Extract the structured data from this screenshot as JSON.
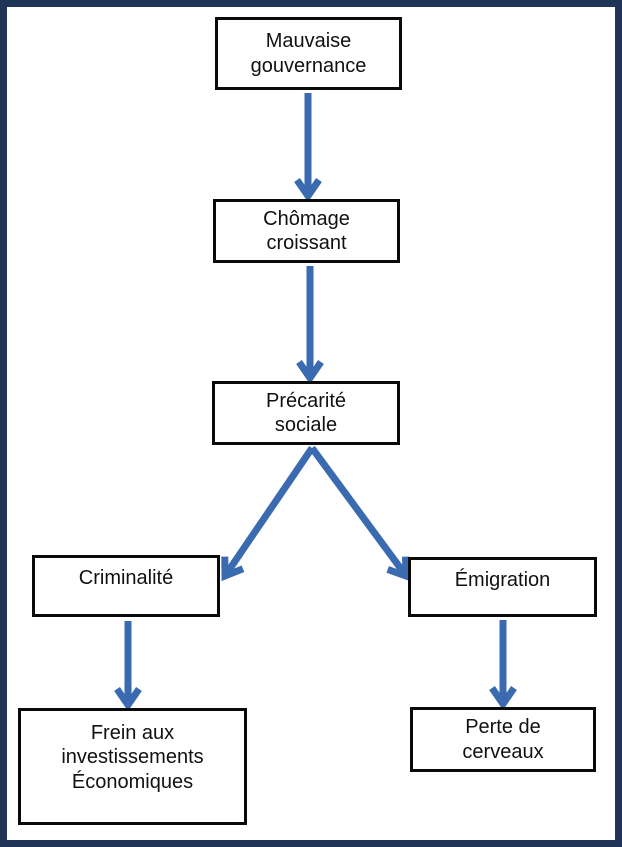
{
  "diagram": {
    "type": "flowchart",
    "language": "fr",
    "nodes": [
      {
        "id": "mauvaise-gouvernance",
        "label": "Mauvaise\ngouvernance"
      },
      {
        "id": "chomage-croissant",
        "label": "Chômage\ncroissant"
      },
      {
        "id": "precarite-sociale",
        "label": "Précarité\nsociale"
      },
      {
        "id": "criminalite",
        "label": "Criminalité"
      },
      {
        "id": "emigration",
        "label": "Émigration"
      },
      {
        "id": "frein-investissements",
        "label": "Frein aux\ninvestissements\nÉconomiques"
      },
      {
        "id": "perte-cerveaux",
        "label": "Perte de\ncerveaux"
      }
    ],
    "edges": [
      {
        "from": "mauvaise-gouvernance",
        "to": "chomage-croissant"
      },
      {
        "from": "chomage-croissant",
        "to": "precarite-sociale"
      },
      {
        "from": "precarite-sociale",
        "to": "criminalite"
      },
      {
        "from": "precarite-sociale",
        "to": "emigration"
      },
      {
        "from": "criminalite",
        "to": "frein-investissements"
      },
      {
        "from": "emigration",
        "to": "perte-cerveaux"
      }
    ],
    "colors": {
      "arrow": "#3a6ab0",
      "box_border": "#0a0a0a",
      "page_border": "#1f3456",
      "background": "#ffffff",
      "text": "#111111"
    }
  }
}
